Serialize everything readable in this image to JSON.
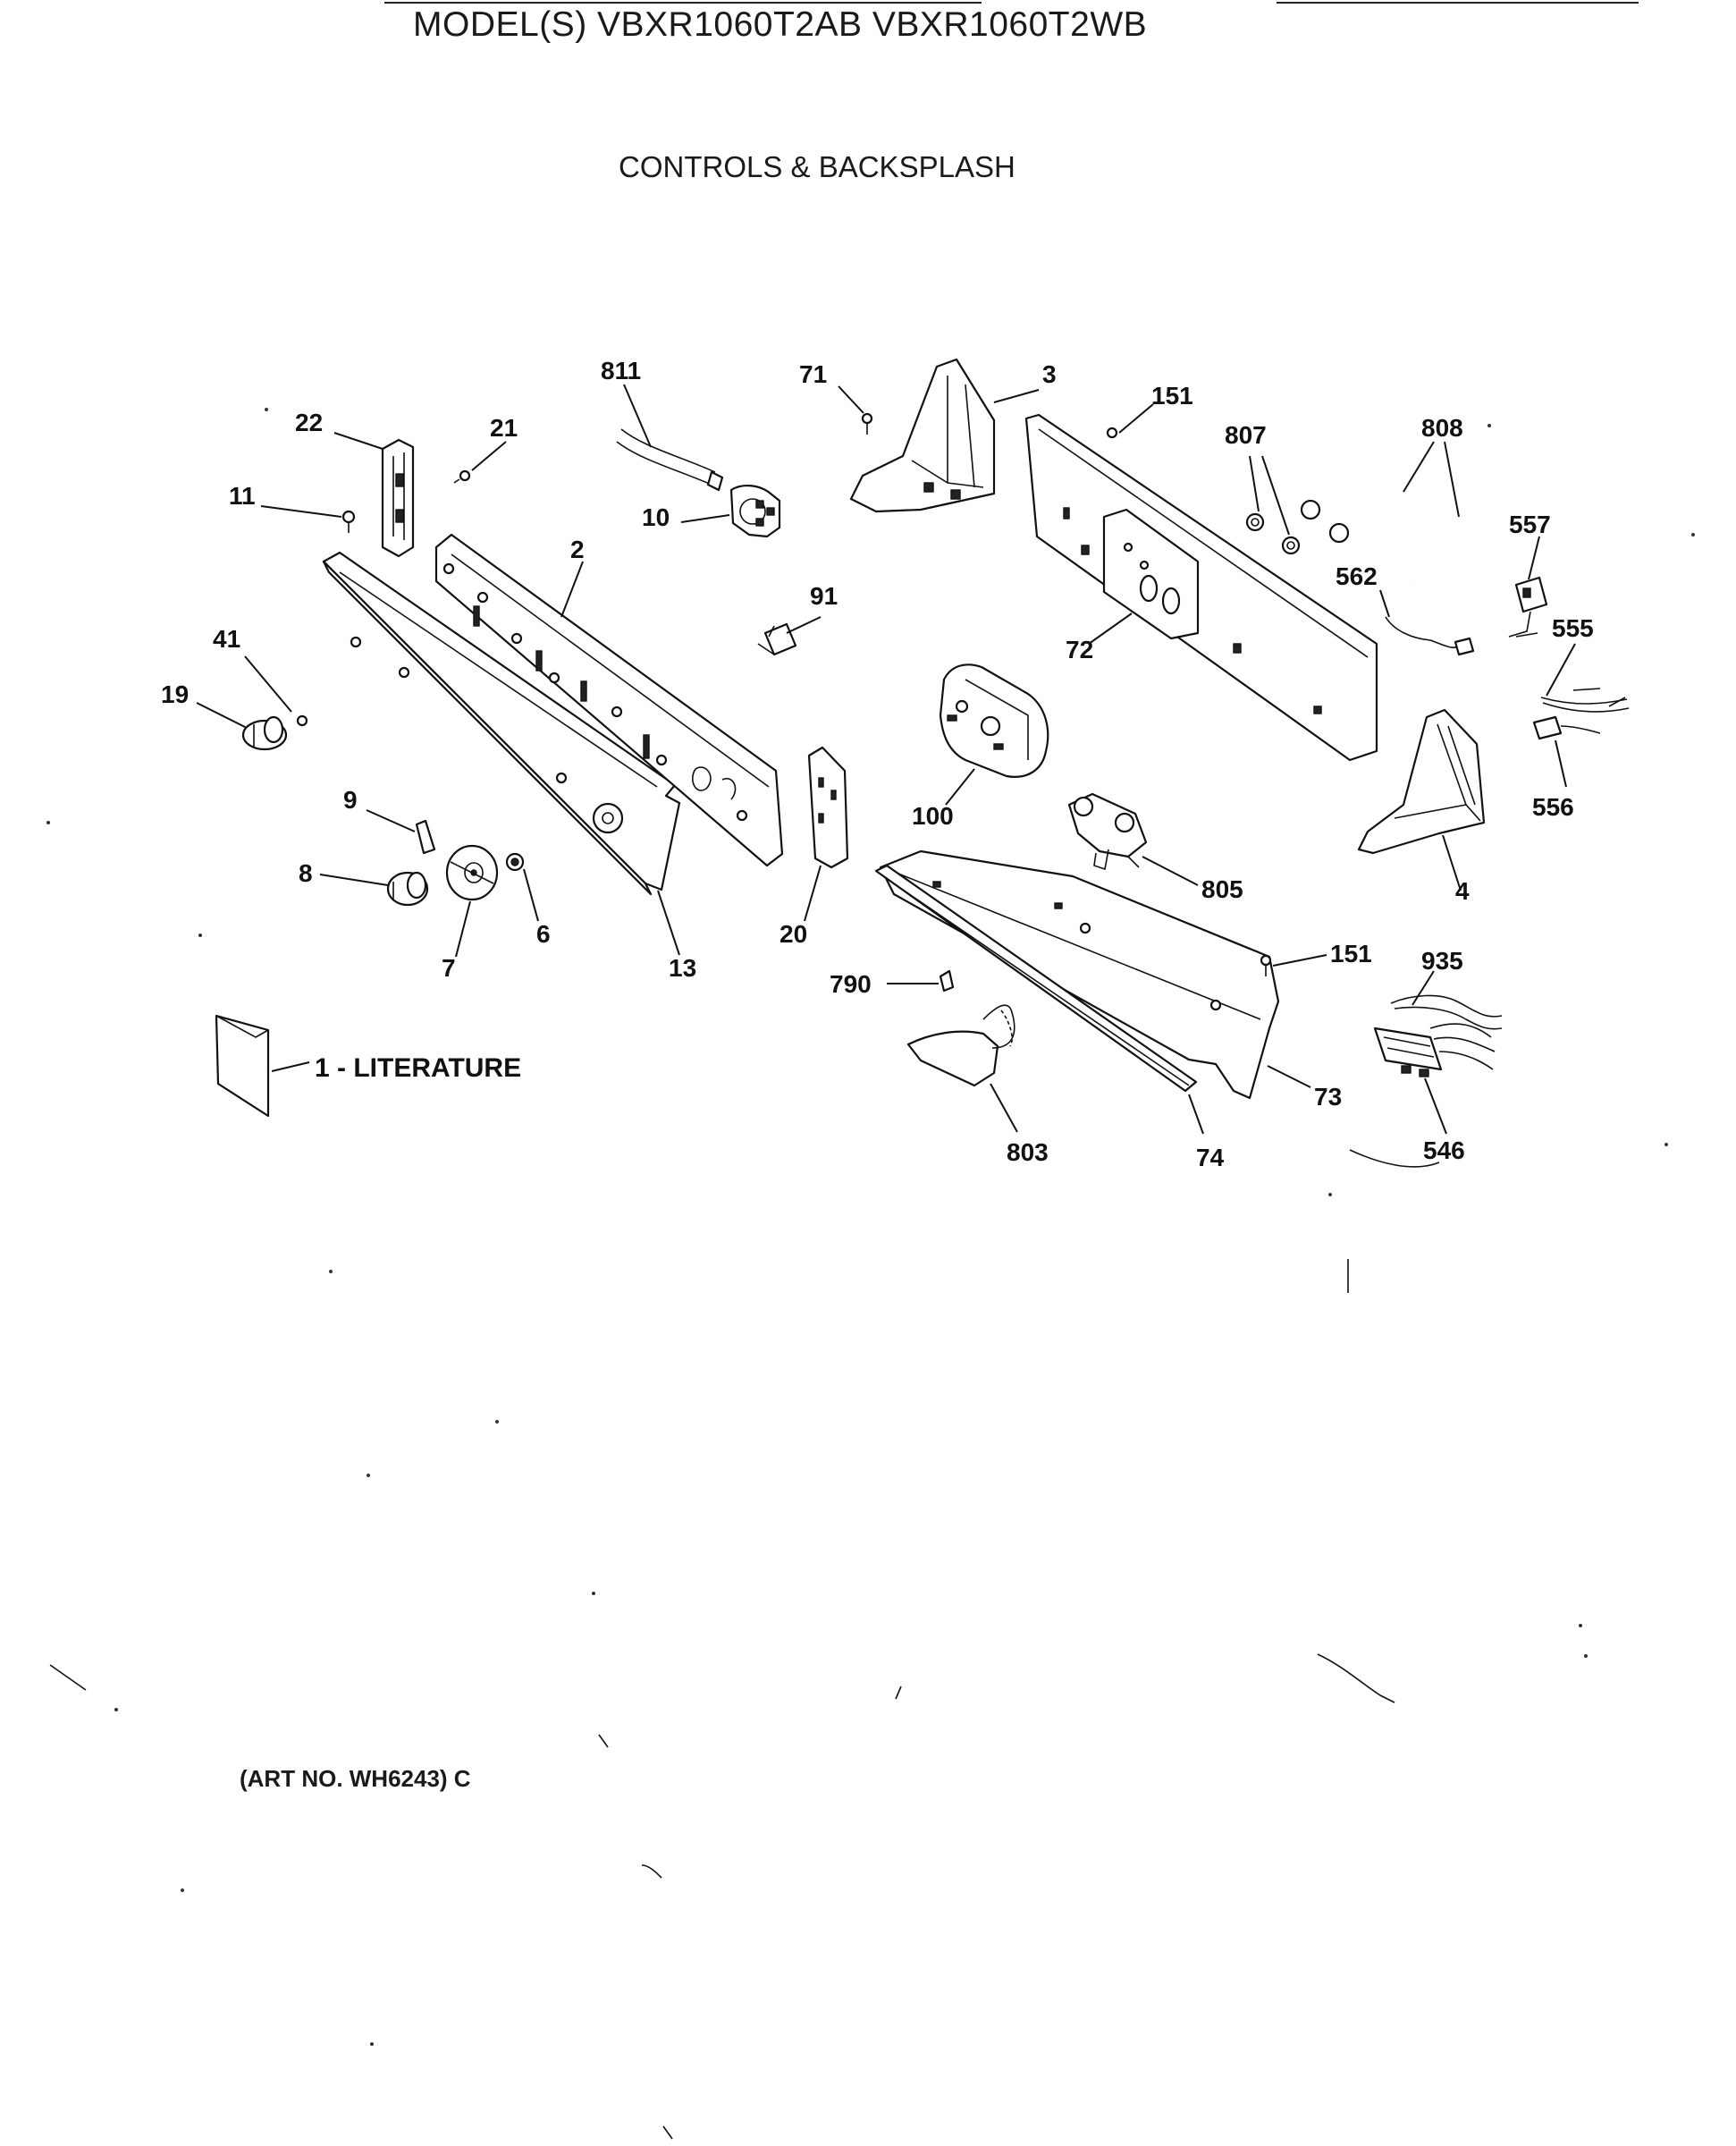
{
  "header": {
    "model_line": "MODEL(S) VBXR1060T2AB VBXR1060T2WB",
    "section_title": "CONTROLS & BACKSPLASH"
  },
  "footer": {
    "art_number": "(ART NO. WH6243) C"
  },
  "literature_label": "1 - LITERATURE",
  "callouts": {
    "c811": "811",
    "c71": "71",
    "c3": "3",
    "c151a": "151",
    "c807": "807",
    "c808": "808",
    "c22": "22",
    "c21": "21",
    "c11": "11",
    "c10": "10",
    "c2": "2",
    "c557": "557",
    "c562": "562",
    "c555": "555",
    "c91": "91",
    "c72": "72",
    "c41": "41",
    "c19": "19",
    "c556": "556",
    "c100": "100",
    "c9": "9",
    "c8": "8",
    "c805": "805",
    "c4": "4",
    "c6": "6",
    "c7": "7",
    "c13": "13",
    "c20": "20",
    "c151b": "151",
    "c935": "935",
    "c790": "790",
    "c73": "73",
    "c803": "803",
    "c74": "74",
    "c546": "546"
  }
}
